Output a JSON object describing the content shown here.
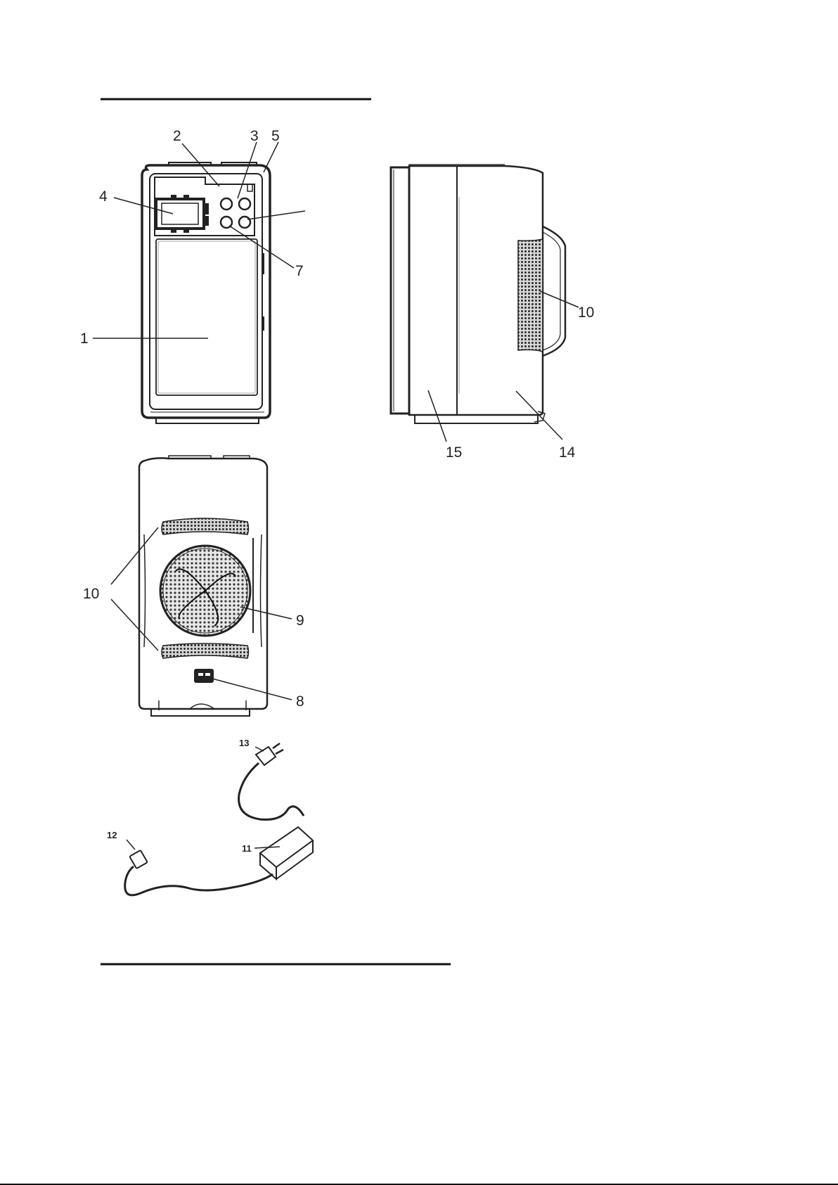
{
  "figures": {
    "front_view": {
      "labels": [
        "1",
        "2",
        "3",
        "4",
        "5",
        "7"
      ]
    },
    "side_view": {
      "labels": [
        "10",
        "15",
        "14"
      ]
    },
    "back_view": {
      "labels": [
        "10",
        "9",
        "8"
      ]
    },
    "power_adapter": {
      "labels": [
        "13",
        "12",
        "11"
      ]
    }
  },
  "colors": {
    "ink": "#222222",
    "light_fill": "#f4f4f4",
    "grille": "#555555"
  }
}
